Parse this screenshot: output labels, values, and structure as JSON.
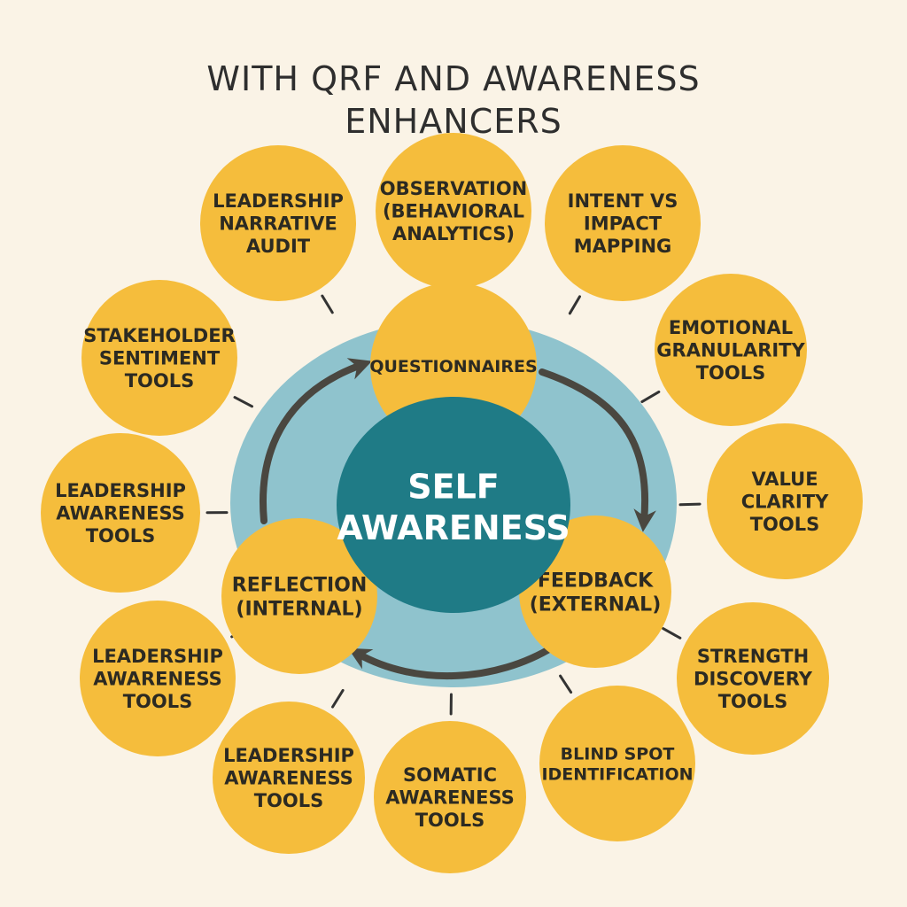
{
  "title": {
    "line1": "WITH QRF AND AWARENESS",
    "line2": "ENHANCERS"
  },
  "colors": {
    "background": "#faf3e6",
    "enhancer_fill": "#f5bd3c",
    "outer_disc": "#8fc3cd",
    "center_fill": "#1f7b86",
    "arrow": "#4a4740",
    "connector": "#333333"
  },
  "center": {
    "lines": [
      "SELF",
      "AWARENESS"
    ]
  },
  "cycle": [
    {
      "id": "questionnaires",
      "lines": [
        "QUESTIONNAIRES"
      ]
    },
    {
      "id": "feedback",
      "lines": [
        "FEEDBACK",
        "(EXTERNAL)"
      ]
    },
    {
      "id": "reflection",
      "lines": [
        "REFLECTION",
        "(INTERNAL)"
      ]
    }
  ],
  "enhancers": [
    {
      "id": "observation",
      "lines": [
        "OBSERVATION",
        "(BEHAVIORAL",
        "ANALYTICS)"
      ]
    },
    {
      "id": "intent-vs-impact",
      "lines": [
        "INTENT VS",
        "IMPACT",
        "MAPPING"
      ]
    },
    {
      "id": "emotional-granularity",
      "lines": [
        "EMOTIONAL",
        "GRANULARITY",
        "TOOLS"
      ]
    },
    {
      "id": "value-clarity",
      "lines": [
        "VALUE",
        "CLARITY",
        "TOOLS"
      ]
    },
    {
      "id": "strength-discovery",
      "lines": [
        "STRENGTH",
        "DISCOVERY",
        "TOOLS"
      ]
    },
    {
      "id": "blind-spot",
      "lines": [
        "BLIND SPOT",
        "IDENTIFICATION"
      ]
    },
    {
      "id": "somatic-awareness",
      "lines": [
        "SOMATIC",
        "AWARENESS",
        "TOOLS"
      ]
    },
    {
      "id": "leadership-awareness-bottom",
      "lines": [
        "LEADERSHIP",
        "AWARENESS",
        "TOOLS"
      ]
    },
    {
      "id": "leadership-awareness-lower-left",
      "lines": [
        "LEADERSHIP",
        "AWARENESS",
        "TOOLS"
      ]
    },
    {
      "id": "leadership-awareness-left",
      "lines": [
        "LEADERSHIP",
        "AWARENESS",
        "TOOLS"
      ]
    },
    {
      "id": "stakeholder-sentiment",
      "lines": [
        "STAKEHOLDER",
        "SENTIMENT",
        "TOOLS"
      ]
    },
    {
      "id": "leadership-narrative-audit",
      "lines": [
        "LEADERSHIP",
        "NARRATIVE",
        "AUDIT"
      ]
    }
  ]
}
